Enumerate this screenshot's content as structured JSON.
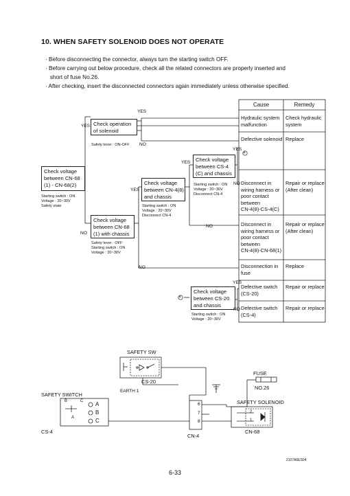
{
  "section_title": "10. WHEN SAFETY SOLENOID DOES NOT OPERATE",
  "notes": [
    "· Before disconnecting the connector, always turn the starting switch OFF.",
    "· Before carrying out below procedure, check all the related connectors are properly inserted and",
    "   short of fuse No.26.",
    "· After checking, insert the disconnected connectors again immediately unless otherwise specified."
  ],
  "table_headers": {
    "cause": "Cause",
    "remedy": "Remedy"
  },
  "flow": {
    "yes": "YES",
    "no": "NO",
    "box_start": "Check voltage\nbetween CN-68\n(1) - CN-68(2)",
    "box_start_cond": "Starting switch : ON\nVoltage : 20~30V\nSafety state",
    "box_operation": "Check operation\nof solenoid",
    "box_operation_cond": "Safety lever : ON-OFF",
    "box_cn68": "Check voltage\nbetween CN-68\n(1) with chassis",
    "box_cn68_cond": "Safety lever : OFF\nStarting switch : ON\nVoltage : 20~30V",
    "box_cn4_8": "Check voltage\nbetween CN-4(8)\nand chassis",
    "box_cn4_8_cond": "Starting switch : ON\nVoltage : 20~30V\nDisconnect CN-4",
    "box_cs4": "Check voltage\nbetween CS-4\n(C) and chassis",
    "box_cs4_cond": "Starting switch : ON\nVoltage : 20~30V\nDisconnect CN-4",
    "box_cs20": "Check voltage\nbetween CS-20\nand chassis",
    "box_cs20_cond": "Starting switch : ON\nVoltage : 20~30V",
    "marker_a": "a"
  },
  "results": [
    {
      "cause": "Hydraulic system\nmalfunction",
      "remedy": "Check hydraulic\nsystem"
    },
    {
      "cause": "Defective solenoid",
      "remedy": "Replace"
    },
    {
      "cause": "Disconnect in\nwiring harness or\npoor contact\nbetween\nCN-4(8)-CS-4(C)",
      "remedy": "Repair or replace\n(After clean)"
    },
    {
      "cause": "Disconnect in\nwiring harness or\npoor contact\nbetween\nCN-4(8)-CN-68(1)",
      "remedy": "Repair or replace\n(After clean)"
    },
    {
      "cause": "Disconnection in\nfuse",
      "remedy": "Replace"
    },
    {
      "cause": "Defective switch\n(CS-20)",
      "remedy": "Repair or replace"
    },
    {
      "cause": "Defective switch\n(CS-4)",
      "remedy": "Repair or replace"
    }
  ],
  "wiring": {
    "safety_sw": "SAFETY SW",
    "cs20": "CS-20",
    "earth1": "EARTH 1",
    "fuse": "FUSE",
    "no26": "NO.26",
    "safety_switch": "SAFETY SWITCH",
    "switch_b": "B",
    "switch_c": "C",
    "switch_a": "A",
    "term_a": "A",
    "term_b": "B",
    "term_c": "C",
    "cs4": "CS-4",
    "pin6": "6",
    "pin7": "7",
    "pin8": "8",
    "cn4": "CN-4",
    "safety_solenoid": "SAFETY SOLENOID",
    "sol_2": "2",
    "sol_1": "1",
    "cn68": "CN-68"
  },
  "figure_code": "2107A6ES04",
  "page_number": "6-33"
}
